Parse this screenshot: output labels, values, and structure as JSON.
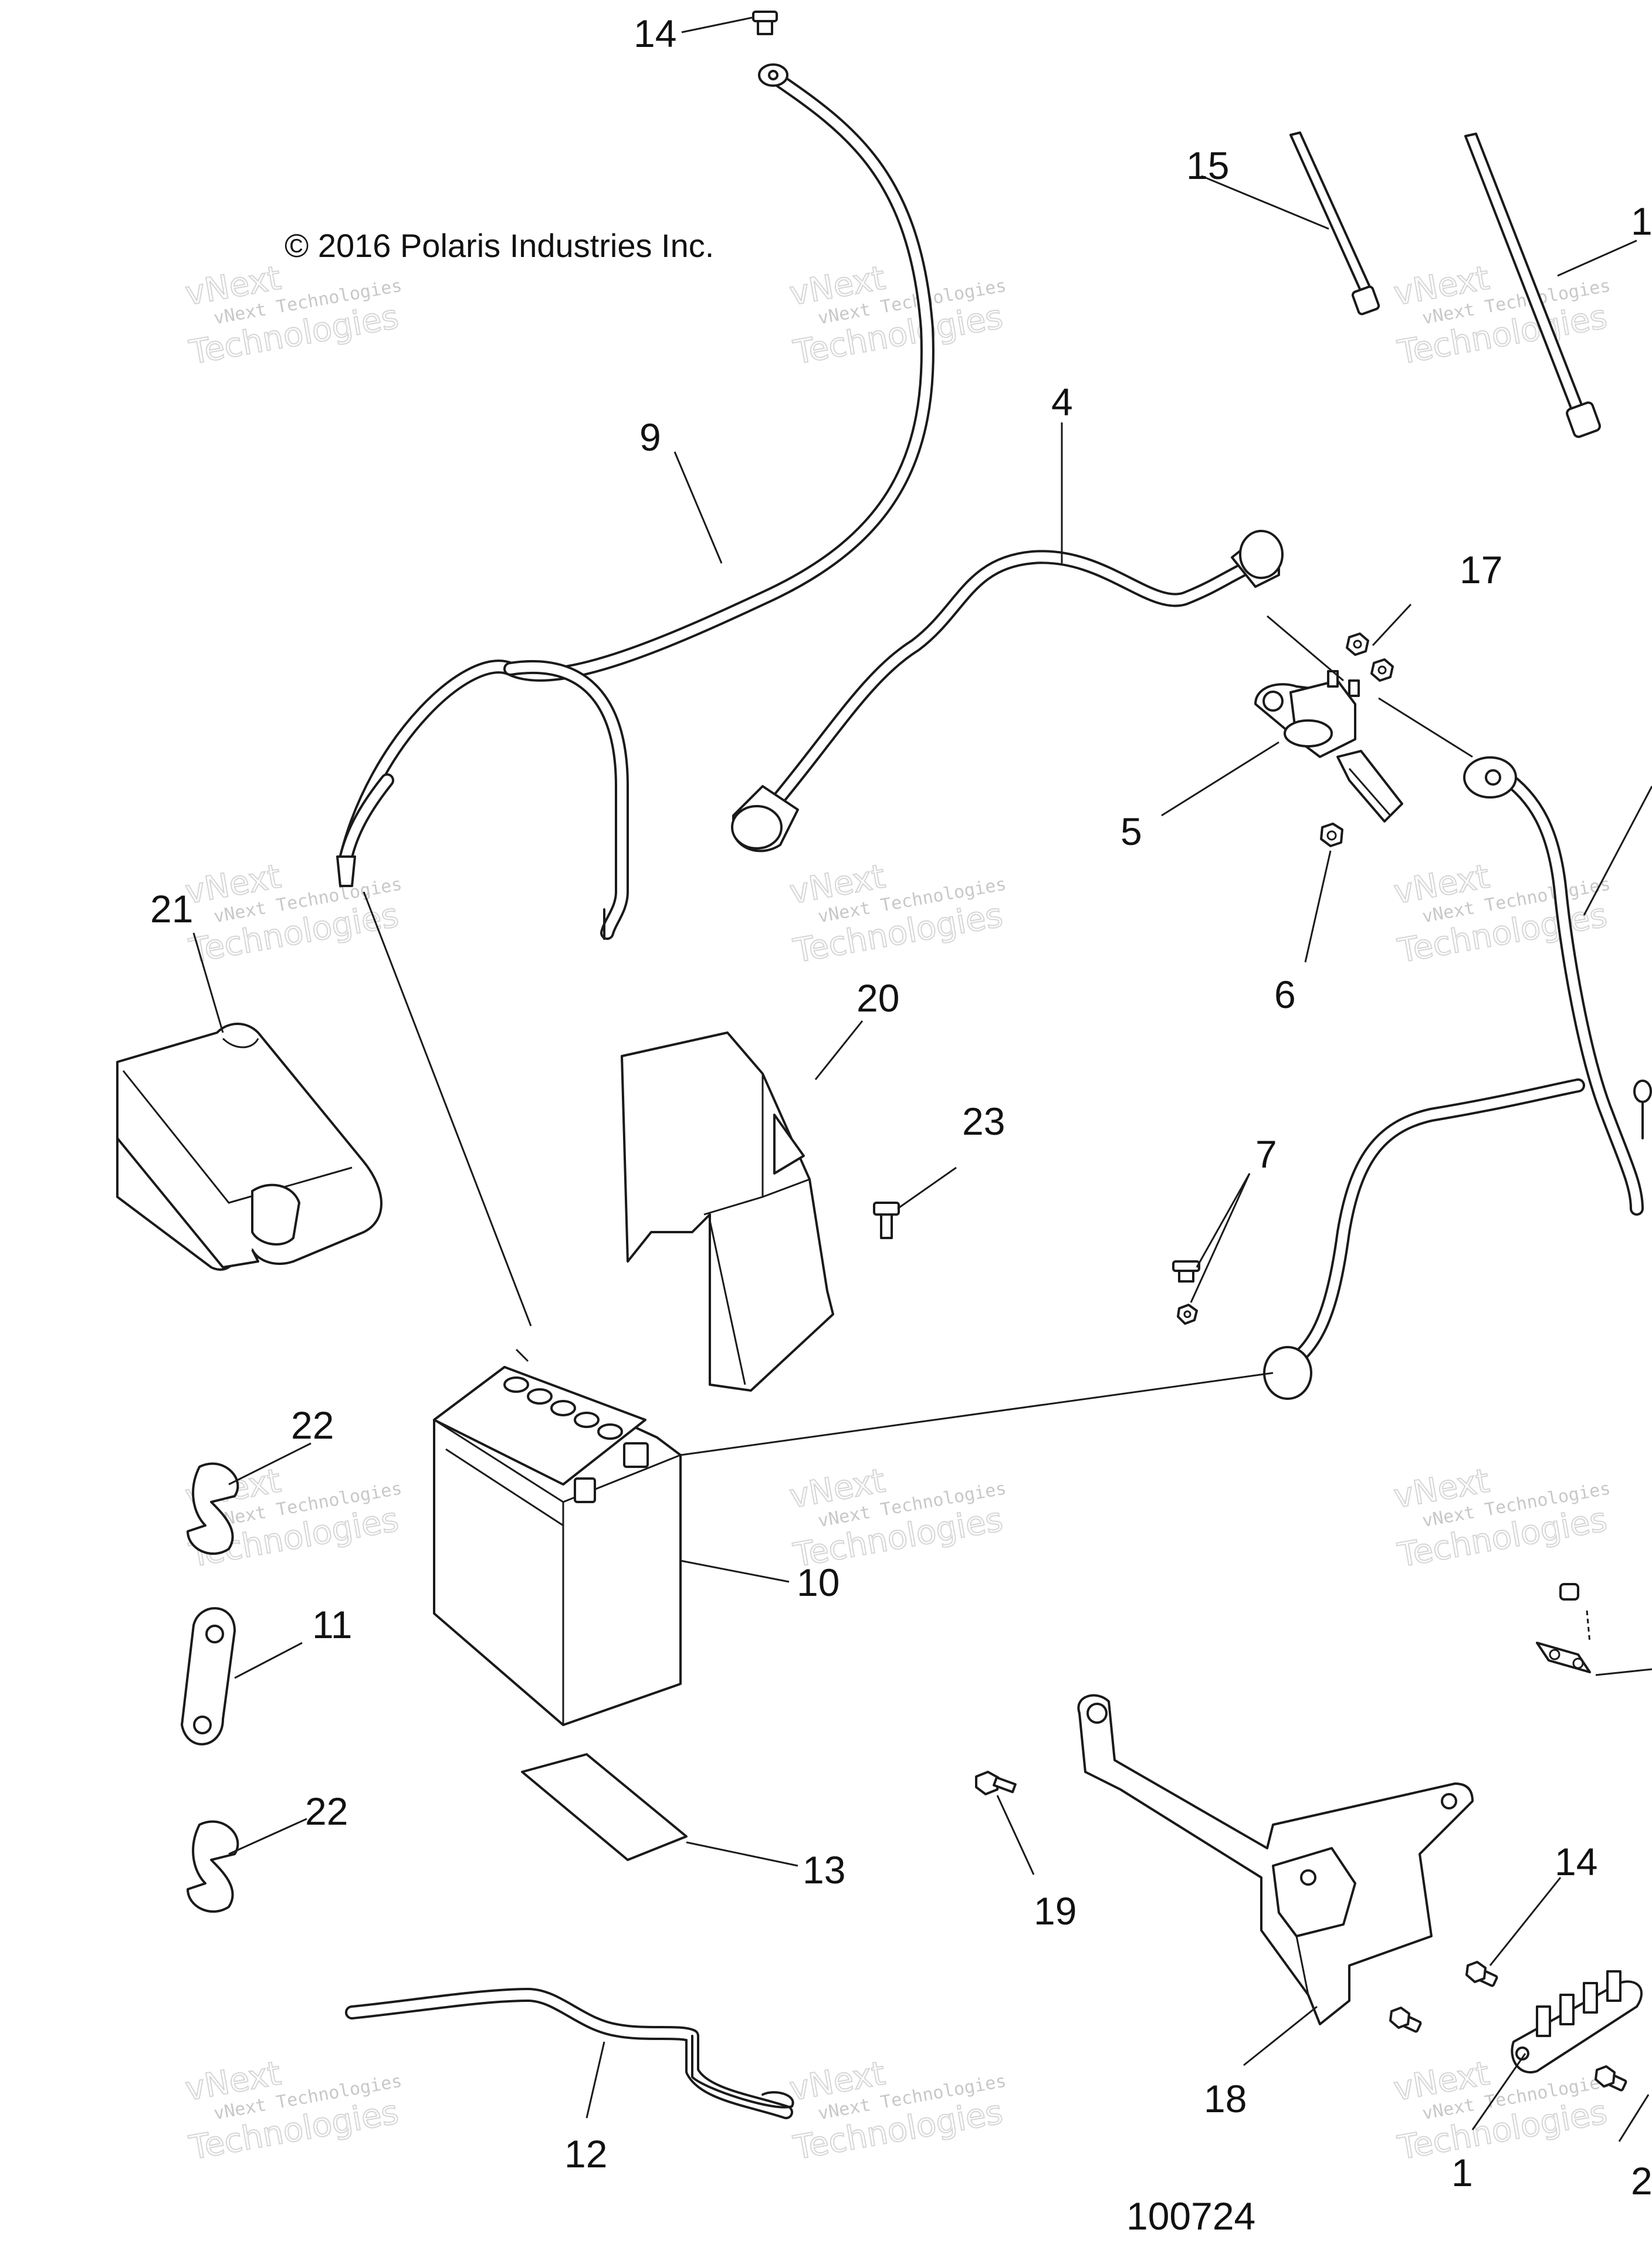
{
  "copyright": "© 2016 Polaris Industries Inc.",
  "figure_number": "100724",
  "watermark": {
    "line1": "vNext Technologies",
    "line2": "Technologies",
    "line3": "vNext"
  },
  "callouts": [
    "14",
    "15",
    "1",
    "9",
    "4",
    "17",
    "5",
    "6",
    "21",
    "20",
    "23",
    "7",
    "22",
    "10",
    "11",
    "22",
    "13",
    "19",
    "14",
    "12",
    "18",
    "1",
    "2"
  ]
}
